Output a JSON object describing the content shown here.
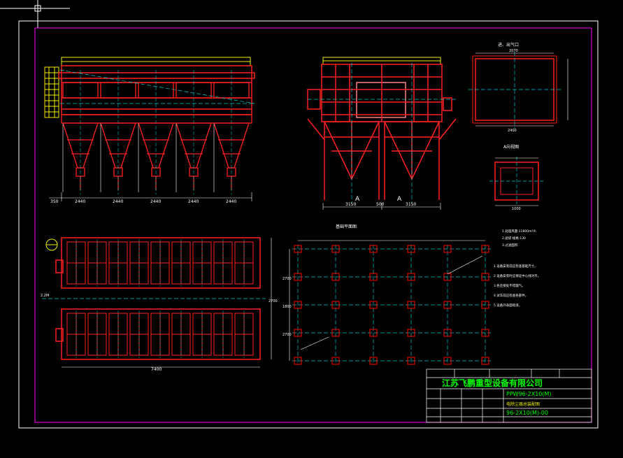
{
  "colors": {
    "background": "#000000",
    "frame_outer": "#ffffff",
    "frame_inner": "#ff00ff",
    "structure": "#ff2020",
    "centerline": "#00c8c8",
    "platform": "#f0f000",
    "dimension": "#ffffff",
    "title_green": "#00ff00",
    "anchor": "#ff0000"
  },
  "dimensions": {
    "bay_width": "2440",
    "front_left": "350",
    "side_left": "3150",
    "side_mid": "500",
    "side_right": "3150",
    "plan_total": "7400",
    "plan_right": "2700",
    "plan_left": "2.2M",
    "inlet_top": "2070",
    "inlet_bottom": "2400",
    "outlet_box": "1000",
    "foundation_left": "2700",
    "foundation_bottom": "2700",
    "foundation_mid": "1800"
  },
  "side_view_marks": [
    "A",
    "A"
  ],
  "detail_titles": {
    "top_box": "进、出气口",
    "section_a": "A向视图"
  },
  "foundation_title": "基础平面图",
  "tech_params": [
    "1.处理风量:11800m³/h",
    "2.滤袋:规格:130",
    "3.过滤面积:"
  ],
  "tech_notes": [
    "1.设备安装前应检查基础尺寸。",
    "2.设备安装时应保证中心线对齐。",
    "3.各连接处不得漏气。",
    "4.试车前应检查各部件。",
    "5.设备外表面喷漆。"
  ],
  "title_block": {
    "company": "江苏飞鹏重型设备有限公司",
    "model": "PPW96-2X10(M)",
    "drawing_no": "96-2X10(M)-00",
    "product_label": "电除尘器总装配图"
  }
}
